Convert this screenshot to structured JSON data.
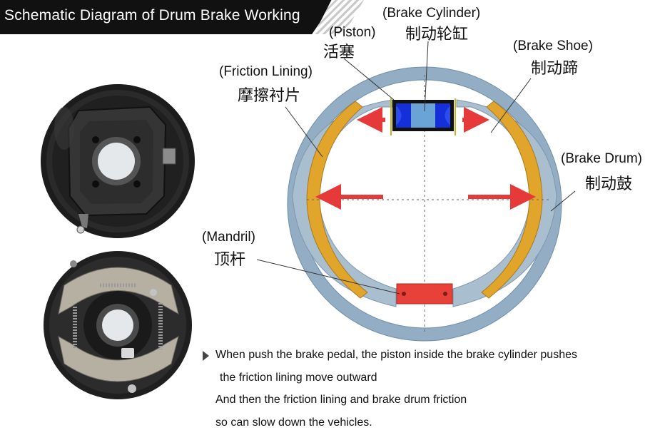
{
  "title": "Schematic Diagram of Drum Brake Working",
  "labels": {
    "brake_cylinder_en": "(Brake Cylinder)",
    "brake_cylinder_zh": "制动轮缸",
    "piston_en": "(Piston)",
    "piston_zh": "活塞",
    "brake_shoe_en": "(Brake Shoe)",
    "brake_shoe_zh": "制动蹄",
    "friction_lining_en": "(Friction Lining)",
    "friction_lining_zh": "摩擦衬片",
    "brake_drum_en": "(Brake Drum)",
    "brake_drum_zh": "制动鼓",
    "mandril_en": "(Mandril)",
    "mandril_zh": "顶杆"
  },
  "description": {
    "line1": "When push the brake pedal, the piston inside the brake cylinder pushes",
    "line2": "the friction lining move outward",
    "line3": "And then the friction lining and brake drum friction",
    "line4": "so can slow down the vehicles."
  },
  "colors": {
    "drum": "#93aec4",
    "shoe": "#a9bfd0",
    "lining": "#e0a52a",
    "cylinder": "#1530d8",
    "arrow": "#e63a3a",
    "mandril": "#e8413a"
  },
  "icons": {
    "bullet": "triangle-right-icon"
  }
}
